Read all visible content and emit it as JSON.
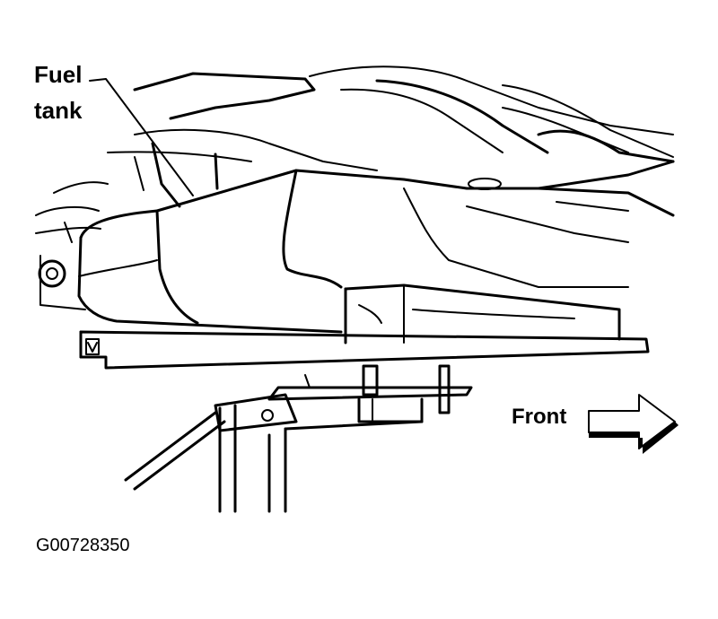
{
  "labels": {
    "fuel": "Fuel",
    "tank": "tank",
    "front": "Front",
    "figure_code": "G00728350"
  },
  "icons": {
    "direction_arrow": "arrow-right-icon"
  },
  "colors": {
    "ink": "#000000",
    "background": "#ffffff"
  }
}
